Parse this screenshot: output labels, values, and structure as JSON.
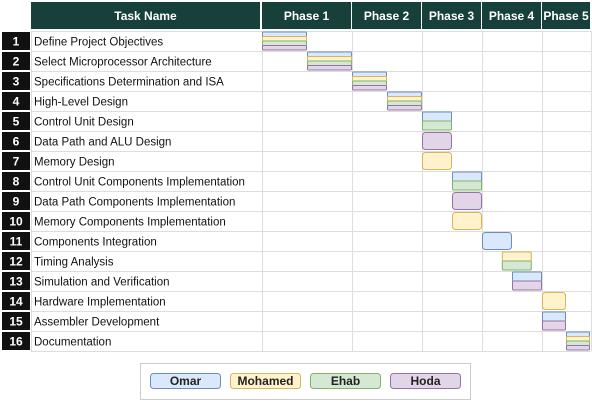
{
  "header": {
    "task_name": "Task Name",
    "phases": [
      "Phase 1",
      "Phase 2",
      "Phase 3",
      "Phase 4",
      "Phase 5"
    ]
  },
  "tasks": [
    {
      "num": "1",
      "name": "Define Project Objectives",
      "bars": [
        {
          "start": 0.0,
          "end": 0.5,
          "people": [
            "Omar",
            "Mohamed",
            "Ehab",
            "Hoda"
          ]
        }
      ]
    },
    {
      "num": "2",
      "name": "Select Microprocessor Architecture",
      "bars": [
        {
          "start": 0.5,
          "end": 1.0,
          "people": [
            "Omar",
            "Mohamed",
            "Ehab",
            "Hoda"
          ]
        }
      ]
    },
    {
      "num": "3",
      "name": "Specifications Determination and ISA",
      "bars": [
        {
          "start": 1.0,
          "end": 1.5,
          "people": [
            "Omar",
            "Mohamed",
            "Ehab",
            "Hoda"
          ]
        }
      ]
    },
    {
      "num": "4",
      "name": "High-Level Design",
      "bars": [
        {
          "start": 1.5,
          "end": 2.0,
          "people": [
            "Omar",
            "Mohamed",
            "Ehab",
            "Hoda"
          ]
        }
      ]
    },
    {
      "num": "5",
      "name": "Control Unit Design",
      "bars": [
        {
          "start": 2.0,
          "end": 2.5,
          "people": [
            "Omar",
            "Ehab"
          ]
        }
      ]
    },
    {
      "num": "6",
      "name": "Data Path and ALU Design",
      "bars": [
        {
          "start": 2.0,
          "end": 2.5,
          "people": [
            "Hoda"
          ]
        }
      ]
    },
    {
      "num": "7",
      "name": "Memory Design",
      "bars": [
        {
          "start": 2.0,
          "end": 2.5,
          "people": [
            "Mohamed"
          ]
        }
      ]
    },
    {
      "num": "8",
      "name": "Control Unit Components Implementation",
      "bars": [
        {
          "start": 2.5,
          "end": 3.0,
          "people": [
            "Omar",
            "Ehab"
          ]
        }
      ]
    },
    {
      "num": "9",
      "name": "Data Path Components Implementation",
      "bars": [
        {
          "start": 2.5,
          "end": 3.0,
          "people": [
            "Hoda"
          ]
        }
      ]
    },
    {
      "num": "10",
      "name": "Memory Components Implementation",
      "bars": [
        {
          "start": 2.5,
          "end": 3.0,
          "people": [
            "Mohamed"
          ]
        }
      ]
    },
    {
      "num": "11",
      "name": "Components Integration",
      "bars": [
        {
          "start": 3.0,
          "end": 3.5,
          "people": [
            "Omar"
          ]
        }
      ]
    },
    {
      "num": "12",
      "name": "Timing Analysis",
      "bars": [
        {
          "start": 3.33,
          "end": 3.83,
          "people": [
            "Mohamed",
            "Ehab"
          ]
        }
      ]
    },
    {
      "num": "13",
      "name": "Simulation and Verification",
      "bars": [
        {
          "start": 3.5,
          "end": 4.0,
          "people": [
            "Omar",
            "Hoda"
          ]
        }
      ]
    },
    {
      "num": "14",
      "name": "Hardware Implementation",
      "bars": [
        {
          "start": 4.0,
          "end": 4.5,
          "people": [
            "Mohamed"
          ]
        }
      ]
    },
    {
      "num": "15",
      "name": "Assembler Development",
      "bars": [
        {
          "start": 4.0,
          "end": 4.5,
          "people": [
            "Omar",
            "Hoda"
          ]
        }
      ]
    },
    {
      "num": "16",
      "name": "Documentation",
      "bars": [
        {
          "start": 4.5,
          "end": 5.0,
          "people": [
            "Omar",
            "Mohamed",
            "Ehab",
            "Hoda"
          ]
        }
      ]
    }
  ],
  "legend": [
    {
      "name": "Omar",
      "fill": "#dae8fc",
      "stroke": "#6c8ebf"
    },
    {
      "name": "Mohamed",
      "fill": "#fff2cc",
      "stroke": "#d6b656"
    },
    {
      "name": "Ehab",
      "fill": "#d5e8d4",
      "stroke": "#82b366"
    },
    {
      "name": "Hoda",
      "fill": "#e1d5e7",
      "stroke": "#9673a6"
    }
  ],
  "colors": {
    "header_bg": "#17403b",
    "number_bg": "#111111",
    "grid": "#dddddd"
  }
}
